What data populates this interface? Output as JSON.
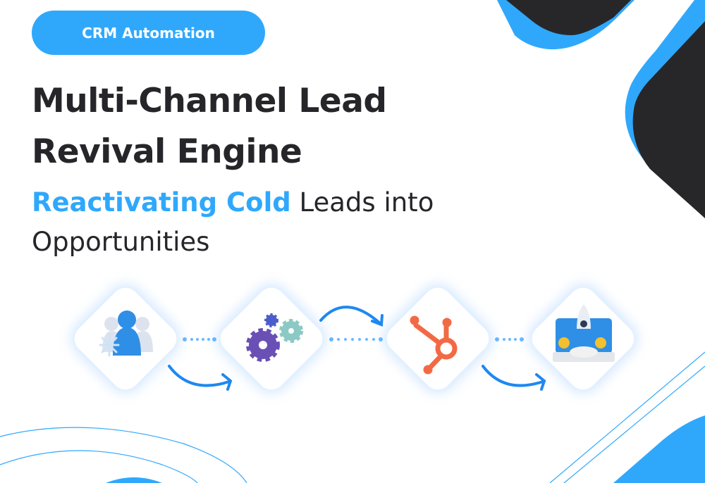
{
  "badge": "CRM Automation",
  "title_line1": "Multi-Channel Lead",
  "title_line2": "Revival Engine",
  "subtitle_highlight": "Reactivating Cold",
  "subtitle_rest": " Leads into Opportunities",
  "flow_steps": [
    {
      "icon": "frozen-users-icon"
    },
    {
      "icon": "gears-icon"
    },
    {
      "icon": "hubspot-icon"
    },
    {
      "icon": "rocket-growth-icon"
    }
  ],
  "colors": {
    "accent": "#2fa8fc",
    "dark": "#27272a",
    "hubspot": "#f26a45"
  }
}
